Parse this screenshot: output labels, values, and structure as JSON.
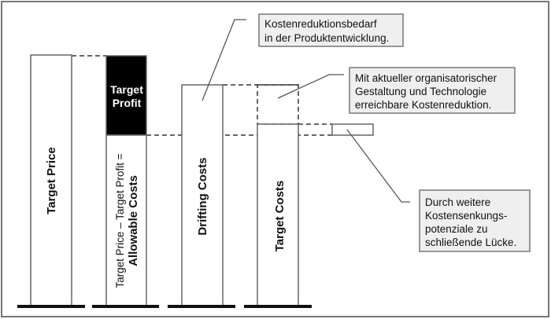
{
  "bars": {
    "target_price": "Target Price",
    "target_profit_line1": "Target",
    "target_profit_line2": "Profit",
    "allowable_formula": "Target Price – Target Profit =",
    "allowable_costs": "Allowable Costs",
    "drifting_costs": "Drifting Costs",
    "target_costs": "Target Costs"
  },
  "notes": {
    "development": [
      "Kostenreduktionsbedarf",
      "in der Produktentwicklung."
    ],
    "current": [
      "Mit aktueller organisatorischer",
      "Gestaltung und Technologie",
      "erreichbare Kostenreduktion."
    ],
    "gap": [
      "Durch weitere",
      "Kostensenkungs-",
      "potenziale zu",
      "schließende Lücke."
    ]
  },
  "colors": {
    "profit_fill": "#000000",
    "note_fill": "#efefef"
  }
}
